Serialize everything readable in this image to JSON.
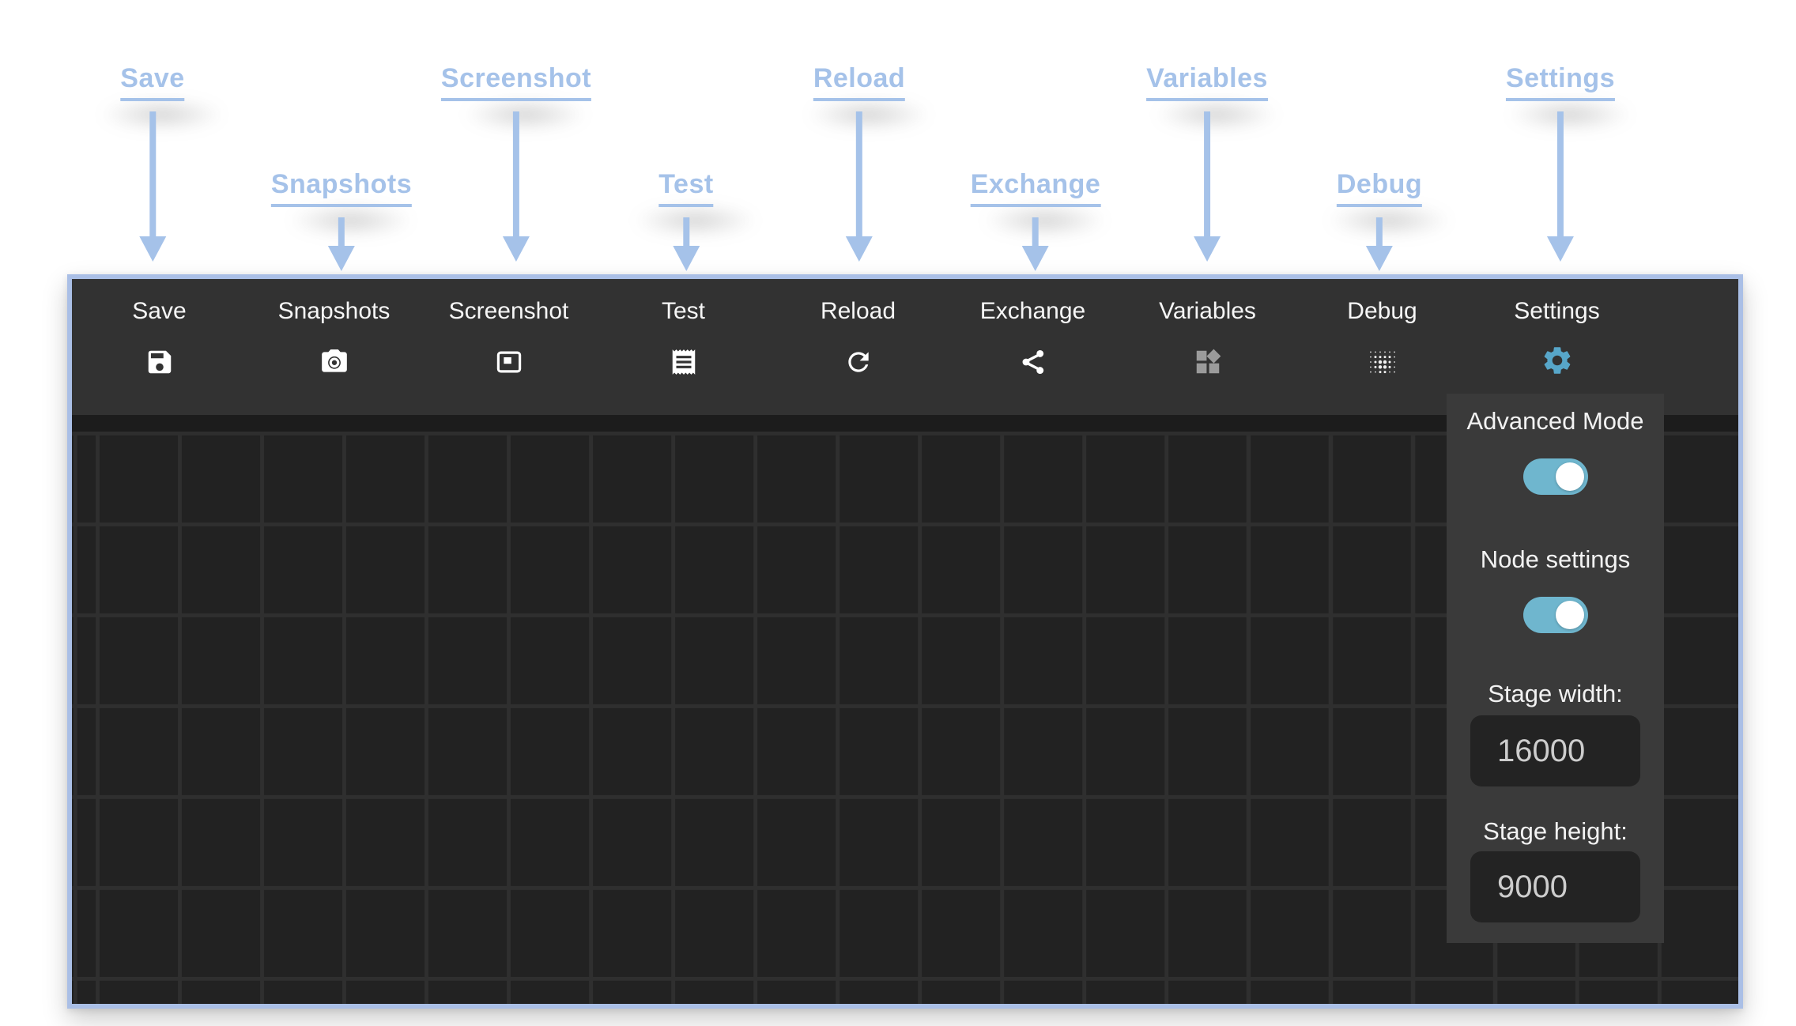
{
  "annotations": {
    "items": [
      {
        "label": "Save",
        "row": 1
      },
      {
        "label": "Snapshots",
        "row": 2
      },
      {
        "label": "Screenshot",
        "row": 1
      },
      {
        "label": "Test",
        "row": 2
      },
      {
        "label": "Reload",
        "row": 1
      },
      {
        "label": "Exchange",
        "row": 2
      },
      {
        "label": "Variables",
        "row": 1
      },
      {
        "label": "Debug",
        "row": 2
      },
      {
        "label": "Settings",
        "row": 1
      }
    ]
  },
  "toolbar": {
    "items": [
      {
        "label": "Save",
        "icon": "save-icon"
      },
      {
        "label": "Snapshots",
        "icon": "camera-icon"
      },
      {
        "label": "Screenshot",
        "icon": "screenshot-icon"
      },
      {
        "label": "Test",
        "icon": "receipt-icon"
      },
      {
        "label": "Reload",
        "icon": "reload-icon"
      },
      {
        "label": "Exchange",
        "icon": "share-icon"
      },
      {
        "label": "Variables",
        "icon": "widgets-icon"
      },
      {
        "label": "Debug",
        "icon": "dot-grid-icon"
      },
      {
        "label": "Settings",
        "icon": "gear-icon"
      }
    ]
  },
  "settings_panel": {
    "advanced_mode": {
      "label": "Advanced Mode",
      "enabled": true
    },
    "node_settings": {
      "label": "Node settings",
      "enabled": true
    },
    "stage_width": {
      "label": "Stage width:",
      "value": "16000"
    },
    "stage_height": {
      "label": "Stage height:",
      "value": "9000"
    }
  },
  "colors": {
    "annotation_blue": "#a5c2e9",
    "frame_border_blue": "#aabfe6",
    "toolbar_bg": "#323232",
    "stage_bg": "#222222",
    "grid_line": "#2f2f2f",
    "panel_bg": "#3a3a3a",
    "accent_teal": "#57a6c9",
    "toggle_track": "#6fb6ce"
  }
}
